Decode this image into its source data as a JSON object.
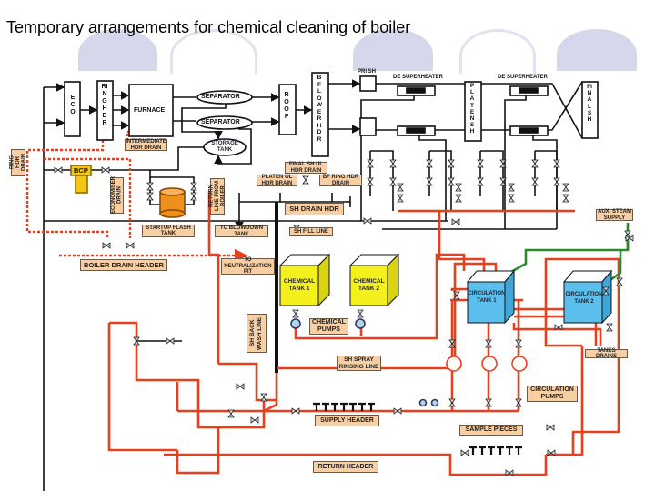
{
  "title": "Temporary arrangements for chemical cleaning of boiler",
  "colors": {
    "pipe_black": "#111111",
    "pipe_red": "#e8401c",
    "pipe_green": "#2a8a2a",
    "label_fill": "#f8cfa4",
    "chemical_tank": "#f3f01e",
    "circulation_tank": "#5bbfee",
    "flash_tank": "#f0901c",
    "bcp": "#f5c518",
    "decoration": "#d7d7ec"
  },
  "equipment": {
    "eco": "ECO",
    "ring_hdr": "RING HDR",
    "furnace": "FURNACE",
    "separator_1": "SEPARATOR",
    "separator_2": "SEPARATOR",
    "storage_tank": [
      "STORAGE",
      "TANK"
    ],
    "roof": "ROOF",
    "bf_lower_hdr": "BF LOWER HDR",
    "pri_sh": "PRI SH",
    "de_superheater_1": "DE SUPERHEATER",
    "de_superheater_2": "DE SUPERHEATER",
    "platen_sh": "PLATEN SH",
    "final_sh": "FINAL SH",
    "bcp": "BCP",
    "chemical_tank_1": [
      "CHEMICAL",
      "TANK 1"
    ],
    "chemical_tank_2": [
      "CHEMICAL",
      "TANK 2"
    ],
    "circulation_tank_1": [
      "CIRCULATION",
      "TANK 1"
    ],
    "circulation_tank_2": [
      "CIRCULATION",
      "TANK 2"
    ]
  },
  "labels": {
    "intermediate_hdr_drain": [
      "INTERMEDIATE",
      "HDR DRAIN"
    ],
    "ring_hdr_drain": "RING HDR DRAIN",
    "economiser_drain": "ECONOMISER DRAIN",
    "return_line_from_boiler": "RETURN LINE FROM BOILER",
    "startup_flash_tank": [
      "STARTUP FLASH",
      "TANK"
    ],
    "final_sh_ul_hdr_drain": [
      "FINAL SH UL",
      "HDR DRAIN"
    ],
    "platen_ol_hdr_drain": [
      "PLATEN OL",
      "HDR DRAIN"
    ],
    "bf_ring_hdr_drain": [
      "BF RING HDR",
      "DRAIN"
    ],
    "sh_drain_hdr": "SH DRAIN HDR",
    "to_blowdown_tank": [
      "TO BLOWDOWN",
      "TANK"
    ],
    "sh_fill_line": "SH FILL LINE",
    "boiler_drain_header": "BOILER DRAIN HEADER",
    "to_neutralization_pit": [
      "TO",
      "NEUTRALIZATION",
      "PIT"
    ],
    "aux_steam_supply": [
      "AUX. STEAM",
      "SUPPLY"
    ],
    "sh_back_wash_line": [
      "SH BACK",
      "WASH LINE"
    ],
    "chemical_pumps": [
      "CHEMICAL",
      "PUMPS"
    ],
    "sh_spray_rinsing_line": [
      "SH SPRAY",
      "RINSING LINE"
    ],
    "tanks_drains": "TANKS DRAINS",
    "circulation_pumps": [
      "CIRCULATION",
      "PUMPS"
    ],
    "supply_header": "SUPPLY HEADER",
    "sample_pieces": "SAMPLE PIECES",
    "return_header": "RETURN HEADER"
  }
}
